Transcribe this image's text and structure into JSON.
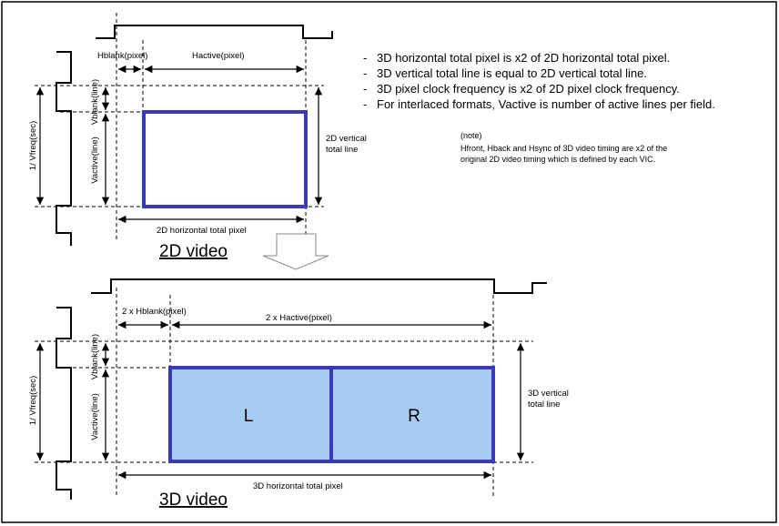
{
  "bullets": [
    "3D horizontal total pixel is x2 of 2D horizontal total pixel.",
    "3D vertical total line is equal to 2D vertical total line.",
    "3D pixel clock frequency is x2 of 2D pixel clock frequency.",
    "For interlaced formats, Vactive is number of active lines per field."
  ],
  "bullet_marker": "-",
  "note": {
    "heading": "(note)",
    "line1": "Hfront, Hback and Hsync of 3D video timing are x2 of the",
    "line2": "original 2D video timing which is defined by each VIC."
  },
  "diagram_2d": {
    "title": "2D video",
    "hblank": "Hblank(pixel)",
    "hactive": "Hactive(pixel)",
    "vblank": "Vblank(line)",
    "vactive": "Vactive(line)",
    "vfreq": "1/ Vfreq(sec)",
    "vtotal_line1": "2D vertical",
    "vtotal_line2": "total line",
    "htotal": "2D horizontal total pixel"
  },
  "diagram_3d": {
    "title": "3D video",
    "hblank": "2 x Hblank(pixel)",
    "hactive": "2 x Hactive(pixel)",
    "vblank": "Vblank(line)",
    "vactive": "Vactive(line)",
    "vfreq": "1/ Vfreq(sec)",
    "vtotal_line1": "3D vertical",
    "vtotal_line2": "total line",
    "htotal": "3D horizontal total pixel",
    "left_label": "L",
    "right_label": "R"
  },
  "colors": {
    "frame_border": "#3a3ab8",
    "frame_fill_3d": "#a6cbf5",
    "line": "#000000"
  }
}
